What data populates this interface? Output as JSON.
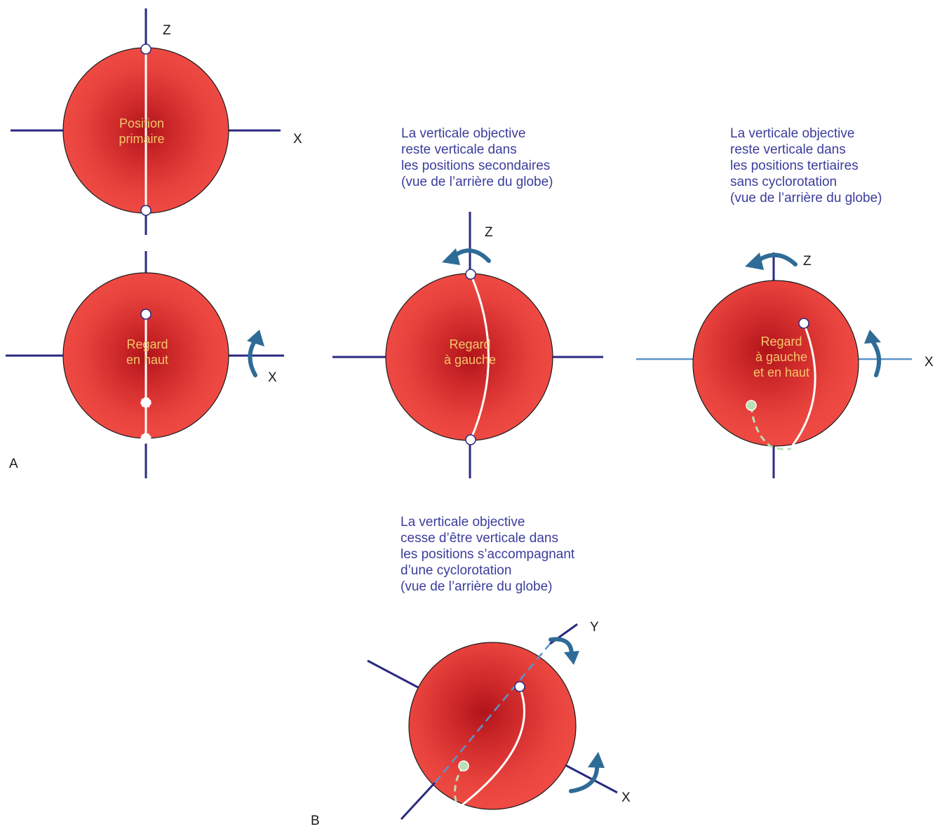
{
  "colors": {
    "globe_center": "#b0141a",
    "globe_edge": "#ee4a43",
    "axis_dark": "#2a2a82",
    "axis_light": "#5b93c9",
    "arrow": "#2f6b97",
    "meridian": "#ffffff",
    "dashed_meridian": "#b9dfb4",
    "caption_text": "#3b3d9c",
    "globe_text": "#f3c66b"
  },
  "panel_labels": {
    "a": "A",
    "b": "B"
  },
  "captions": {
    "secondary": [
      "La verticale objective",
      "reste verticale dans",
      "les positions secondaires",
      "(vue de l’arrière du globe)"
    ],
    "tertiary": [
      "La verticale objective",
      "reste verticale dans",
      "les positions tertiaires",
      "sans cyclorotation",
      "(vue de l’arrière du globe)"
    ],
    "cyclo": [
      "La verticale objective",
      "cesse d’être verticale dans",
      "les positions s’accompagnant",
      "d’une cyclorotation",
      "(vue de l’arrière du globe)"
    ]
  },
  "globes": {
    "primary": {
      "label_lines": [
        "Position",
        "primaire"
      ]
    },
    "up": {
      "label_lines": [
        "Regard",
        "en haut"
      ]
    },
    "left": {
      "label_lines": [
        "Regard",
        "à gauche"
      ]
    },
    "left_up": {
      "label_lines": [
        "Regard",
        "à gauche",
        "et en haut"
      ]
    }
  },
  "axis_labels": {
    "primary_z": "Z",
    "primary_x": "X",
    "up_x": "X",
    "left_z": "Z",
    "left_up_z": "Z",
    "left_up_x": "X",
    "cyclo_y": "Y",
    "cyclo_x": "X"
  }
}
